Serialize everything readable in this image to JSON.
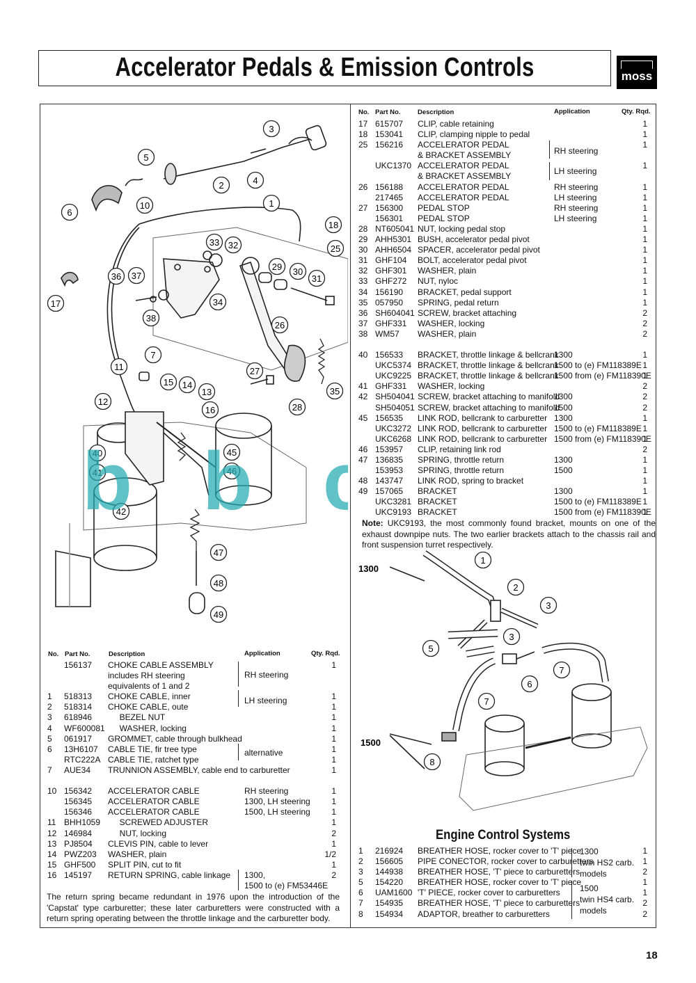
{
  "title": "Accelerator Pedals & Emission Controls",
  "logo_text": "moss",
  "page_number": "18",
  "watermark": "b b c s . c h",
  "headers": {
    "no": "No.",
    "part": "Part No.",
    "desc": "Description",
    "app": "Application",
    "qty": "Qty. Rqd."
  },
  "left_table": [
    [
      "",
      "156137",
      "CHOKE CABLE ASSEMBLY",
      "",
      "1"
    ],
    [
      "",
      "",
      "includes RH steering",
      "",
      ""
    ],
    [
      "",
      "",
      "equivalents of 1 and 2",
      "",
      ""
    ],
    [
      "1",
      "518313",
      "CHOKE CABLE, inner",
      "",
      "1"
    ],
    [
      "2",
      "518314",
      "CHOKE CABLE, oute",
      "",
      "1"
    ],
    [
      "3",
      "618946",
      "     BEZEL NUT",
      "",
      "1"
    ],
    [
      "4",
      "WF600081",
      "     WASHER, locking",
      "",
      "1"
    ],
    [
      "5",
      "061917",
      "GROMMET, cable through bulkhead",
      "",
      "1"
    ],
    [
      "6",
      "13H6107",
      "CABLE TIE, fir tree type",
      "",
      "1"
    ],
    [
      "",
      "RTC222A",
      "CABLE TIE, ratchet type",
      "",
      "1"
    ],
    [
      "7",
      "AUE34",
      "TRUNNION ASSEMBLY, cable end to carburetter",
      "",
      "1"
    ],
    [
      "",
      "",
      "",
      "",
      ""
    ],
    [
      "10",
      "156342",
      "ACCELERATOR CABLE",
      "RH steering",
      "1"
    ],
    [
      "",
      "156345",
      "ACCELERATOR CABLE",
      "1300, LH steering",
      "1"
    ],
    [
      "",
      "156346",
      "ACCELERATOR CABLE",
      "1500, LH steering",
      "1"
    ],
    [
      "11",
      "BHH1059",
      "     SCREWED ADJUSTER",
      "",
      "1"
    ],
    [
      "12",
      "146984",
      "     NUT, locking",
      "",
      "2"
    ],
    [
      "13",
      "PJ8504",
      "CLEVIS PIN, cable to lever",
      "",
      "1"
    ],
    [
      "14",
      "PWZ203",
      "WASHER, plain",
      "",
      "1/2"
    ],
    [
      "15",
      "GHF500",
      "SPLIT PIN, cut to fit",
      "",
      "1"
    ],
    [
      "16",
      "145197",
      "RETURN SPRING, cable linkage",
      "1300,",
      "2"
    ],
    [
      "",
      "",
      "",
      "1500 to (e) FM53446E",
      ""
    ]
  ],
  "left_groups": {
    "rh": "RH steering",
    "lh": "LH steering",
    "alt": "alternative"
  },
  "left_note": "The return spring became redundant in 1976 upon the introduction of the 'Capstat' type carburetter; these later carburetters were constructed with a return spring operating between the throttle linkage and the carburetter body.",
  "right_table": [
    [
      "17",
      "615707",
      "CLIP, cable retaining",
      "",
      "1"
    ],
    [
      "18",
      "153041",
      "CLIP, clamping nipple to pedal",
      "",
      "1"
    ],
    [
      "25",
      "156216",
      "ACCELERATOR PEDAL",
      "",
      "1"
    ],
    [
      "",
      "",
      "& BRACKET ASSEMBLY",
      "",
      ""
    ],
    [
      "",
      "UKC1370",
      "ACCELERATOR PEDAL",
      "",
      "1"
    ],
    [
      "",
      "",
      "& BRACKET ASSEMBLY",
      "",
      ""
    ],
    [
      "26",
      "156188",
      "ACCELERATOR PEDAL",
      "RH steering",
      "1"
    ],
    [
      "",
      "217465",
      "ACCELERATOR PEDAL",
      "LH steering",
      "1"
    ],
    [
      "27",
      "156300",
      "PEDAL STOP",
      "RH steering",
      "1"
    ],
    [
      "",
      "156301",
      "PEDAL STOP",
      "LH steering",
      "1"
    ],
    [
      "28",
      "NT605041",
      "NUT, locking pedal stop",
      "",
      "1"
    ],
    [
      "29",
      "AHH5301",
      "BUSH, accelerator pedal pivot",
      "",
      "1"
    ],
    [
      "30",
      "AHH6504",
      "SPACER, accelerator pedal pivot",
      "",
      "1"
    ],
    [
      "31",
      "GHF104",
      "BOLT, accelerator pedal pivot",
      "",
      "1"
    ],
    [
      "32",
      "GHF301",
      "WASHER, plain",
      "",
      "1"
    ],
    [
      "33",
      "GHF272",
      "NUT, nyloc",
      "",
      "1"
    ],
    [
      "34",
      "156190",
      "BRACKET, pedal support",
      "",
      "1"
    ],
    [
      "35",
      "057950",
      "SPRING, pedal return",
      "",
      "1"
    ],
    [
      "36",
      "SH604041",
      "SCREW, bracket attaching",
      "",
      "2"
    ],
    [
      "37",
      "GHF331",
      "WASHER, locking",
      "",
      "2"
    ],
    [
      "38",
      "WM57",
      "WASHER, plain",
      "",
      "2"
    ],
    [
      "",
      "",
      "",
      "",
      ""
    ],
    [
      "40",
      "156533",
      "BRACKET, throttle linkage & bellcrank",
      "1300",
      "1"
    ],
    [
      "",
      "UKC5374",
      "BRACKET, throttle linkage & bellcrank",
      "1500 to (e) FM118389E",
      "1"
    ],
    [
      "",
      "UKC9225",
      "BRACKET, throttle linkage & bellcrank",
      "1500 from (e) FM118390E",
      "1"
    ],
    [
      "41",
      "GHF331",
      "WASHER, locking",
      "",
      "2"
    ],
    [
      "42",
      "SH504041",
      "SCREW, bracket attaching to manifold",
      "1300",
      "2"
    ],
    [
      "",
      "SH504051",
      "SCREW, bracket attaching to manifold",
      "1500",
      "2"
    ],
    [
      "45",
      "156535",
      "LINK ROD, bellcrank to carburetter",
      "1300",
      "1"
    ],
    [
      "",
      "UKC3272",
      "LINK ROD, bellcrank to carburetter",
      "1500 to (e) FM118389E",
      "1"
    ],
    [
      "",
      "UKC6268",
      "LINK ROD, bellcrank to carburetter",
      "1500 from (e) FM118390E",
      "1"
    ],
    [
      "46",
      "153957",
      "CLIP, retaining link rod",
      "",
      "2"
    ],
    [
      "47",
      "136835",
      "SPRING, throttle return",
      "1300",
      "1"
    ],
    [
      "",
      "153953",
      "SPRING, throttle return",
      "1500",
      "1"
    ],
    [
      "48",
      "143747",
      "LINK ROD, spring to bracket",
      "",
      "1"
    ],
    [
      "49",
      "157065",
      "BRACKET",
      "1300",
      "1"
    ],
    [
      "",
      "UKC3281",
      "BRACKET",
      "1500 to (e) FM118389E",
      "1"
    ],
    [
      "",
      "UKC9193",
      "BRACKET",
      "1500 from (e) FM118390E",
      "1"
    ]
  ],
  "right_groups": {
    "rh": "RH steering",
    "lh": "LH steering"
  },
  "right_note_label": "Note:",
  "right_note": " UKC9193, the most commonly found bracket, mounts on one of the exhaust downpipe nuts. The two earlier brackets attach to the chassis rail and front suspension turret respectively.",
  "engine_title": "Engine Control Systems",
  "engine_table": [
    [
      "1",
      "216924",
      "BREATHER HOSE, rocker cover to 'T' piece",
      "1"
    ],
    [
      "2",
      "156605",
      "PIPE CONECTOR, rocker cover to carburetters",
      "1"
    ],
    [
      "3",
      "144938",
      "BREATHER HOSE, 'T' piece to carburetters",
      "2"
    ],
    [
      "5",
      "154220",
      "BREATHER HOSE, rocker cover to 'T' piece",
      "1"
    ],
    [
      "6",
      "UAM1600",
      "'T' PIECE, rocker cover to carburetters",
      "1"
    ],
    [
      "7",
      "154935",
      "BREATHER HOSE, 'T' piece to carburetters",
      "2"
    ],
    [
      "8",
      "154934",
      "ADAPTOR, breather to carburetters",
      "2"
    ]
  ],
  "engine_groups": [
    [
      "1300",
      "twin HS2 carb.",
      "models"
    ],
    [
      "1500",
      "twin HS4 carb.",
      "models"
    ]
  ],
  "callouts_main": [
    "1",
    "2",
    "3",
    "4",
    "5",
    "6",
    "7",
    "10",
    "11",
    "12",
    "13",
    "14",
    "15",
    "16",
    "17",
    "18",
    "25",
    "26",
    "27",
    "28",
    "29",
    "30",
    "31",
    "32",
    "33",
    "34",
    "35",
    "36",
    "37",
    "38",
    "40",
    "41",
    "42",
    "45",
    "46",
    "47",
    "48",
    "49"
  ],
  "callouts_engine": [
    "1",
    "2",
    "3",
    "3",
    "5",
    "6",
    "7",
    "7",
    "8"
  ],
  "engine_labels": {
    "a": "1300",
    "b": "1500"
  }
}
